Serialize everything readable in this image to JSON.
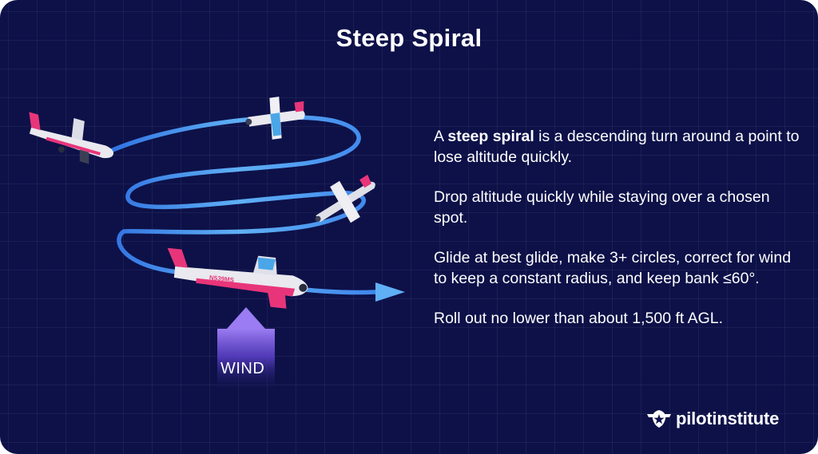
{
  "title": "Steep Spiral",
  "paragraphs": [
    {
      "lead": "A ",
      "strong": "steep spiral",
      "rest": " is a descending turn around a point to lose altitude quickly."
    },
    {
      "text": "Drop altitude quickly while staying over a chosen spot."
    },
    {
      "text": "Glide at best glide, make 3+ circles, correct for wind to keep a constant radius, and keep bank ≤60°."
    },
    {
      "text": "Roll out no lower than about 1,500 ft AGL."
    }
  ],
  "wind_label": "WIND",
  "aircraft_registration": "N539MS",
  "brand": "pilotinstitute",
  "colors": {
    "background": "#0d1148",
    "spiral": "#4a9ff0",
    "wind_arrow": "#7a5ce0",
    "aircraft_accent": "#e8357a"
  }
}
